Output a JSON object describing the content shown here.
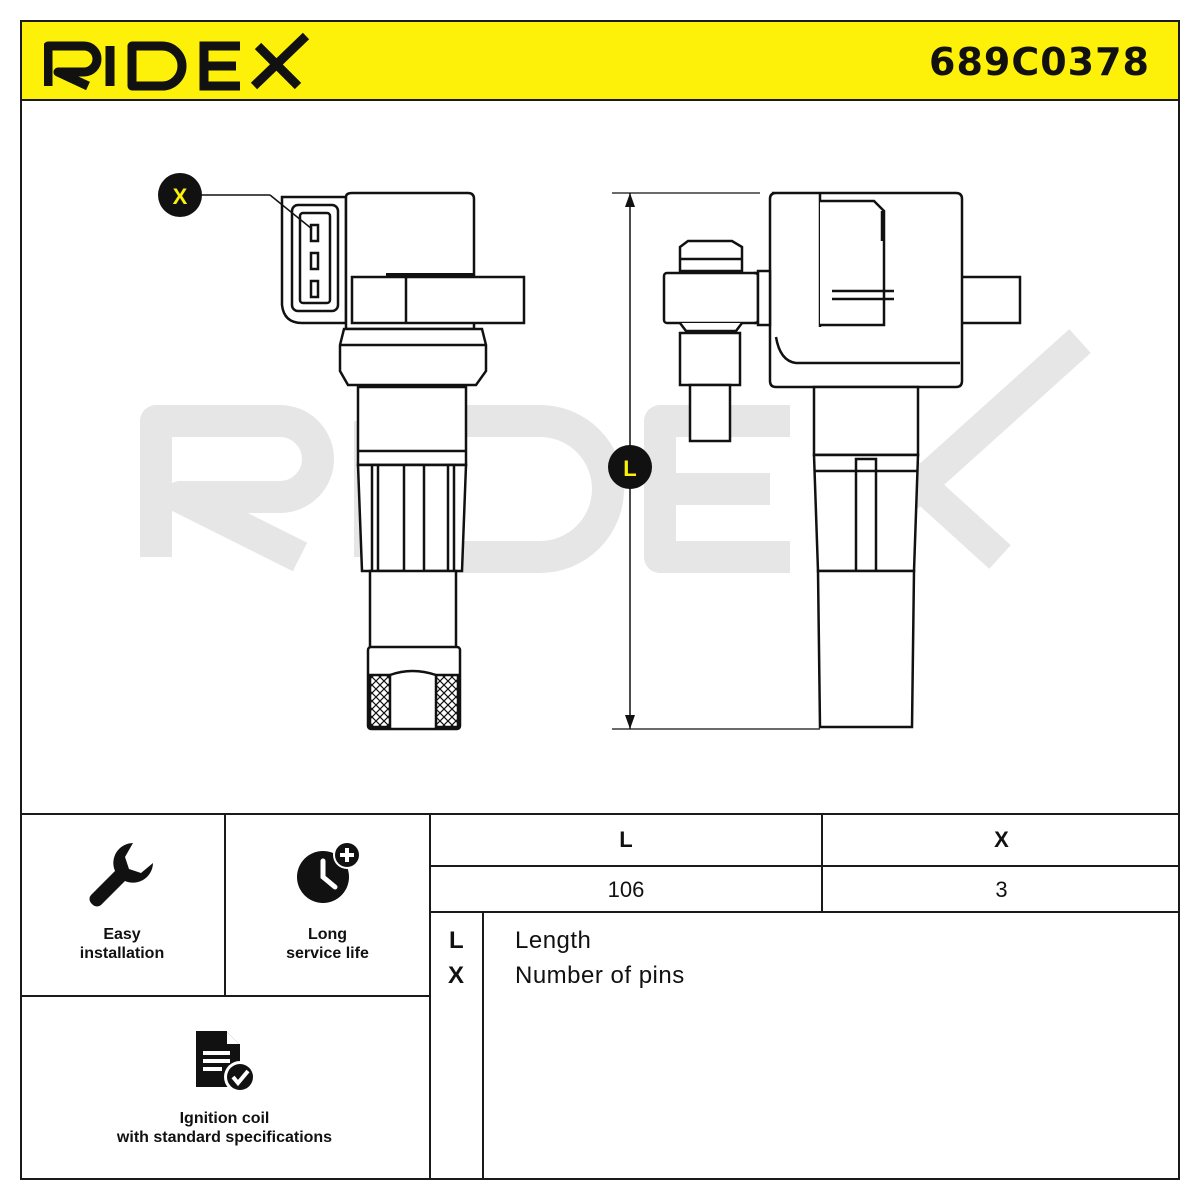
{
  "header": {
    "brand": "RIDEX",
    "part_number": "689C0378"
  },
  "drawing": {
    "watermark": "RIDEX",
    "callout_x": "X",
    "callout_l": "L"
  },
  "features": [
    {
      "icon": "wrench-icon",
      "label_line1": "Easy",
      "label_line2": "installation"
    },
    {
      "icon": "clock-plus-icon",
      "label_line1": "Long",
      "label_line2": "service life"
    },
    {
      "icon": "document-check-icon",
      "label_line1": "Ignition coil",
      "label_line2": "with standard specifications"
    }
  ],
  "spec_table": {
    "headers": [
      "L",
      "X"
    ],
    "values": [
      "106",
      "3"
    ]
  },
  "legend": [
    {
      "key": "L",
      "description": "Length"
    },
    {
      "key": "X",
      "description": "Number of pins"
    }
  ],
  "colors": {
    "brand_yellow": "#fdf009",
    "ink": "#1a1a1a",
    "watermark_grey": "#e6e6e6"
  }
}
